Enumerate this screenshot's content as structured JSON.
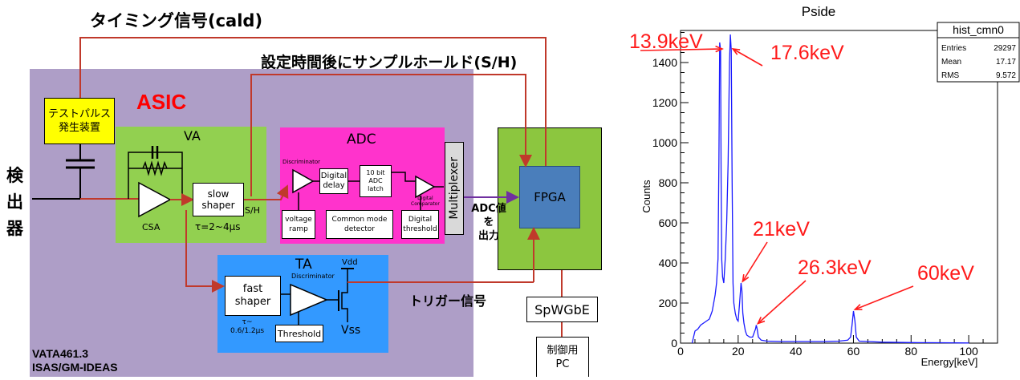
{
  "diagram": {
    "timing_signal": "タイミング信号(cald)",
    "sample_hold_note": "設定時間後にサンプルホールド(S/H)",
    "asic_label": "ASIC",
    "test_pulse_line1": "テストパルス",
    "test_pulse_line2": "発生装置",
    "detector_chars": [
      "検",
      "出",
      "器"
    ],
    "va": {
      "label": "VA",
      "csa": "CSA",
      "slow_shaper_line1": "slow",
      "slow_shaper_line2": "shaper",
      "sh": "S/H",
      "tau": "τ=2~4μs"
    },
    "adc": {
      "label": "ADC",
      "discriminator": "Discriminator",
      "digital_delay_line1": "Digital",
      "digital_delay_line2": "delay",
      "latch_line1": "10 bit",
      "latch_line2": "ADC",
      "latch_line3": "latch",
      "comparator_line1": "Digital",
      "comparator_line2": "Comparator",
      "voltage_ramp_line1": "voltage",
      "voltage_ramp_line2": "ramp",
      "common_mode_line1": "Common mode",
      "common_mode_line2": "detector",
      "digital_threshold_line1": "Digital",
      "digital_threshold_line2": "threshold"
    },
    "multiplexer": "Multiplexer",
    "adc_output_line1": "ADC値",
    "adc_output_line2": "を",
    "adc_output_line3": "出力",
    "fpga": "FPGA",
    "ta": {
      "label": "TA",
      "discriminator": "Discriminator",
      "vdd": "Vdd",
      "vss": "Vss",
      "fast_shaper_line1": "fast",
      "fast_shaper_line2": "shaper",
      "threshold": "Threshold",
      "tau_line1": "τ~",
      "tau_line2": "0.6/1.2μs"
    },
    "trigger_signal": "トリガー信号",
    "spwgbe": "SpWGbE",
    "control_pc_line1": "制御用",
    "control_pc_line2": "PC",
    "chip_name_line1": "VATA461.3",
    "chip_name_line2": "ISAS/GM-IDEAS",
    "colors": {
      "asic_bg": "#ae9ec7",
      "va_bg": "#92d050",
      "adc_bg": "#ff33cc",
      "ta_bg": "#3399ff",
      "fpga_outer": "#8cc63f",
      "fpga_inner": "#4a7ebb",
      "signal_line": "#c0392b",
      "adc_out_line": "#7030a0"
    }
  },
  "chart_data": {
    "type": "line",
    "title": "Pside",
    "xlabel": "Energy[keV]",
    "ylabel": "Counts",
    "xlim": [
      0,
      110
    ],
    "ylim": [
      0,
      1560
    ],
    "xticks": [
      0,
      20,
      40,
      60,
      80,
      100
    ],
    "yticks": [
      0,
      200,
      400,
      600,
      800,
      1000,
      1200,
      1400
    ],
    "stats_box": {
      "name": "hist_cmn0",
      "rows": [
        [
          "Entries",
          "29297"
        ],
        [
          "Mean",
          "17.17"
        ],
        [
          "RMS",
          "9.572"
        ]
      ]
    },
    "series": [
      {
        "color": "#1a1aff",
        "x": [
          4,
          5,
          6,
          7,
          8,
          9,
          10,
          10.5,
          11,
          11.5,
          12,
          12.5,
          13,
          13.3,
          13.6,
          13.9,
          14.1,
          14.3,
          14.6,
          15,
          15.5,
          16,
          16.5,
          17,
          17.3,
          17.6,
          17.9,
          18.2,
          18.5,
          19,
          19.5,
          20,
          20.5,
          21,
          21.3,
          21.6,
          22,
          22.5,
          23,
          24,
          25,
          26,
          26.3,
          26.6,
          27,
          28,
          30,
          35,
          40,
          45,
          50,
          55,
          58,
          59,
          59.5,
          60,
          60.5,
          61,
          62,
          65,
          70,
          80,
          90,
          100
        ],
        "y": [
          0,
          60,
          70,
          90,
          100,
          110,
          120,
          140,
          160,
          200,
          240,
          300,
          420,
          900,
          1500,
          1460,
          800,
          420,
          330,
          300,
          420,
          600,
          900,
          1400,
          1540,
          1460,
          800,
          300,
          200,
          150,
          120,
          110,
          200,
          300,
          260,
          150,
          100,
          60,
          40,
          30,
          30,
          70,
          90,
          70,
          30,
          15,
          10,
          8,
          8,
          8,
          8,
          10,
          15,
          30,
          90,
          160,
          110,
          30,
          10,
          8,
          5,
          3,
          2,
          1
        ]
      }
    ],
    "annotations": [
      {
        "label": "13.9keV",
        "x": 13.9,
        "y": 1460
      },
      {
        "label": "17.6keV",
        "x": 17.6,
        "y": 1460
      },
      {
        "label": "21keV",
        "x": 21,
        "y": 300
      },
      {
        "label": "26.3keV",
        "x": 26.3,
        "y": 90
      },
      {
        "label": "60keV",
        "x": 60,
        "y": 160
      }
    ],
    "annotation_color": "#ff1a1a"
  }
}
